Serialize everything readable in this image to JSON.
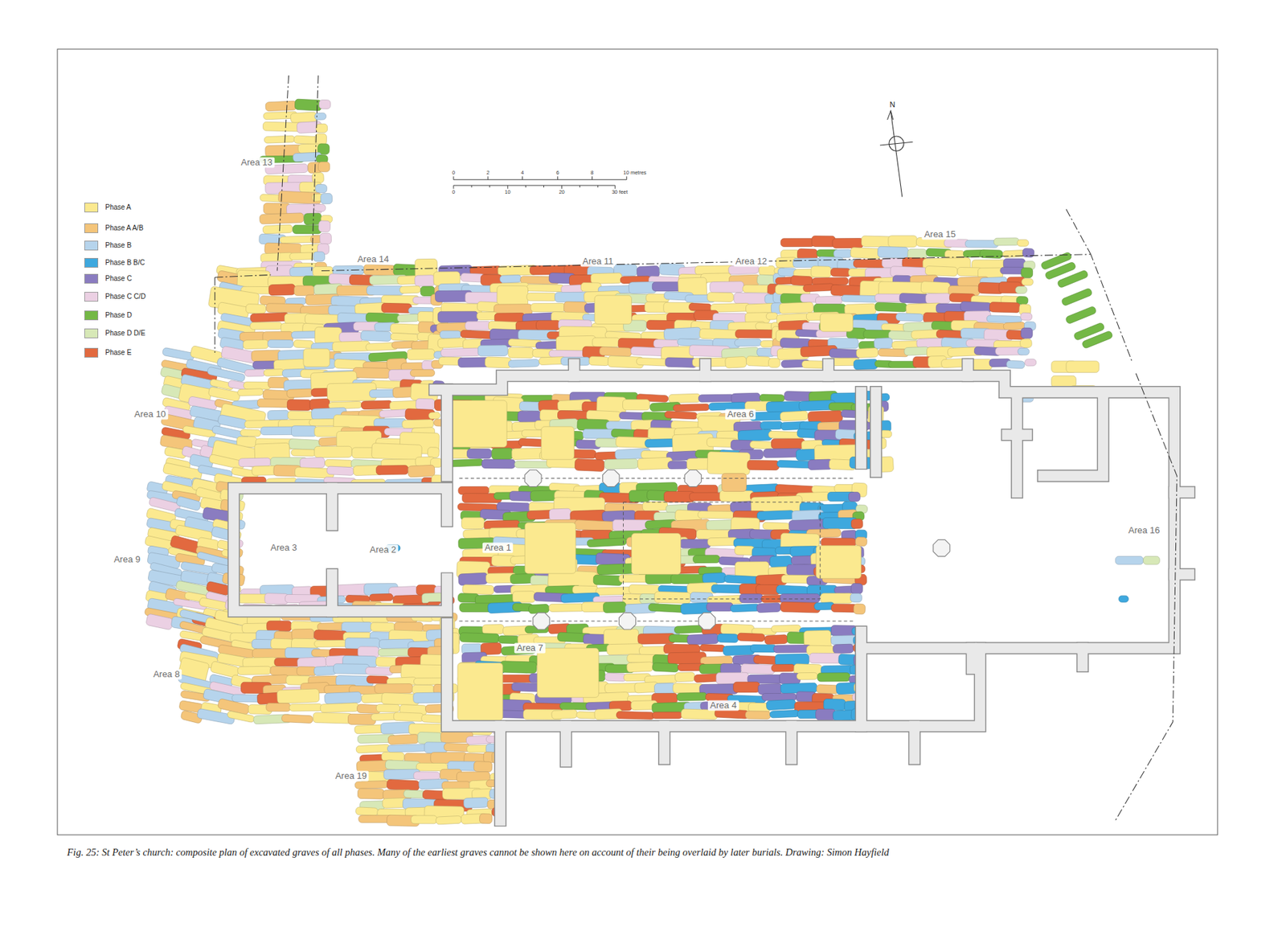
{
  "diagram": {
    "caption": "Fig. 25: St Peter’s church: composite plan of excavated graves of all phases. Many of the earliest graves cannot be shown here on account of their being overlaid by later burials. Drawing: Simon Hayfield",
    "labels": [
      "Area 13",
      "0",
      "2",
      "4",
      "6",
      "8",
      "10 metres",
      "0",
      "10",
      "20",
      "30 feet",
      "N",
      "Area 14",
      "Area 11",
      "Area 12",
      "Area 15",
      "Area 10",
      "Area 6",
      "Area 3",
      "Area 2",
      "Area 1",
      "Area 16",
      "Area 9",
      "Area 7",
      "Area 8",
      "Area 4",
      "Area 19"
    ],
    "legend": [
      {
        "text": "Phase A",
        "color": "#fbe98f"
      },
      {
        "text": "Phase A A/B",
        "color": "#f4c57a"
      },
      {
        "text": "Phase B",
        "color": "#b6d4ec"
      },
      {
        "text": "Phase B B/C",
        "color": "#3ea8de"
      },
      {
        "text": "Phase C",
        "color": "#8a7cc0"
      },
      {
        "text": "Phase C C/D",
        "color": "#ebd0e3"
      },
      {
        "text": "Phase D",
        "color": "#74b846"
      },
      {
        "text": "Phase D D/E",
        "color": "#d7e8b7"
      },
      {
        "text": "Phase E",
        "color": "#e2693f"
      }
    ]
  }
}
